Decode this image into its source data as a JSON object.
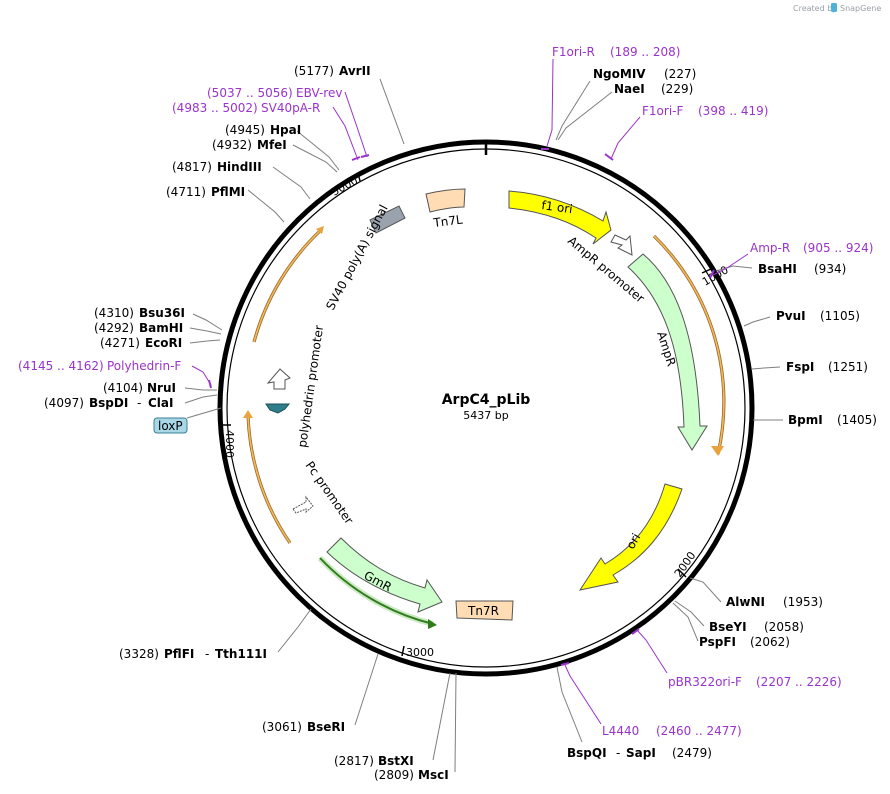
{
  "header": {
    "credit_text": "Created by",
    "brand": "SnapGene"
  },
  "plasmid": {
    "name": "ArpC4_pLib",
    "length_label": "5437 bp",
    "length": 5437
  },
  "ticks": [
    "1000",
    "2000",
    "3000",
    "4000",
    "5000"
  ],
  "colors": {
    "backbone": "#000000",
    "f1_ori": "#ffff00",
    "ori": "#ffff00",
    "ampr": "#ccffcc",
    "gmr": "#ccffcc",
    "tn7": "#ffdcb4",
    "primer": "#9a33cc",
    "orf": "#e8a33d",
    "orf_green": "#2e7d1b",
    "promoter": "#ffffff",
    "loxp": "#a8d8e8",
    "sv40": "#9aa2ad",
    "polyhedrin_small": "#2f7e8c"
  },
  "features": {
    "f1_ori": "f1 ori",
    "ampr_promoter": "AmpR promoter",
    "ampr": "AmpR",
    "ori": "ori",
    "gmr": "GmR",
    "tn7r": "Tn7R",
    "tn7l": "Tn7L",
    "pc_promoter": "Pc promoter",
    "polyhedrin_promoter": "polyhedrin promoter",
    "sv40_polya": "SV40 poly(A) signal",
    "loxp": "loxP"
  },
  "enzymes": {
    "avrii": {
      "name": "AvrII",
      "pos": "(5177)"
    },
    "ngomiv": {
      "name": "NgoMIV",
      "pos": "(227)"
    },
    "naei": {
      "name": "NaeI",
      "pos": "(229)"
    },
    "bsahi": {
      "name": "BsaHI",
      "pos": "(934)"
    },
    "pvui": {
      "name": "PvuI",
      "pos": "(1105)"
    },
    "fspi": {
      "name": "FspI",
      "pos": "(1251)"
    },
    "bpmi": {
      "name": "BpmI",
      "pos": "(1405)"
    },
    "alwni": {
      "name": "AlwNI",
      "pos": "(1953)"
    },
    "bseyi": {
      "name": "BseYI",
      "pos": "(2058)"
    },
    "pspfi": {
      "name": "PspFI",
      "pos": "(2062)"
    },
    "bspqi": {
      "name": "BspQI",
      "sep": "-",
      "name2": "SapI",
      "pos": "(2479)"
    },
    "msci": {
      "name": "MscI",
      "pos": "(2809)"
    },
    "bstxi": {
      "name": "BstXI",
      "pos": "(2817)"
    },
    "bseri": {
      "name": "BseRI",
      "pos": "(3061)"
    },
    "pflfi": {
      "name": "PflFI",
      "sep": "-",
      "name2": "Tth111I",
      "pos": "(3328)"
    },
    "bspdi": {
      "name": "BspDI",
      "sep": "-",
      "name2": "ClaI",
      "pos": "(4097)"
    },
    "nrui": {
      "name": "NruI",
      "pos": "(4104)"
    },
    "ecori": {
      "name": "EcoRI",
      "pos": "(4271)"
    },
    "bamhi": {
      "name": "BamHI",
      "pos": "(4292)"
    },
    "bsu36i": {
      "name": "Bsu36I",
      "pos": "(4310)"
    },
    "pflmi": {
      "name": "PflMI",
      "pos": "(4711)"
    },
    "hindiii": {
      "name": "HindIII",
      "pos": "(4817)"
    },
    "mfei": {
      "name": "MfeI",
      "pos": "(4932)"
    },
    "hpai": {
      "name": "HpaI",
      "pos": "(4945)"
    }
  },
  "primers": {
    "f1ori_r": {
      "name": "F1ori-R",
      "range": "(189 .. 208)"
    },
    "f1ori_f": {
      "name": "F1ori-F",
      "range": "(398 .. 419)"
    },
    "amp_r": {
      "name": "Amp-R",
      "range": "(905 .. 924)"
    },
    "pbr322ori_f": {
      "name": "pBR322ori-F",
      "range": "(2207 .. 2226)"
    },
    "l4440": {
      "name": "L4440",
      "range": "(2460 .. 2477)"
    },
    "polyhedrin_f": {
      "name": "Polyhedrin-F",
      "range": "(4145 .. 4162)"
    },
    "sv40pa_r": {
      "name": "SV40pA-R",
      "range": "(4983 .. 5002)"
    },
    "ebv_rev": {
      "name": "EBV-rev",
      "range": "(5037 .. 5056)"
    }
  }
}
